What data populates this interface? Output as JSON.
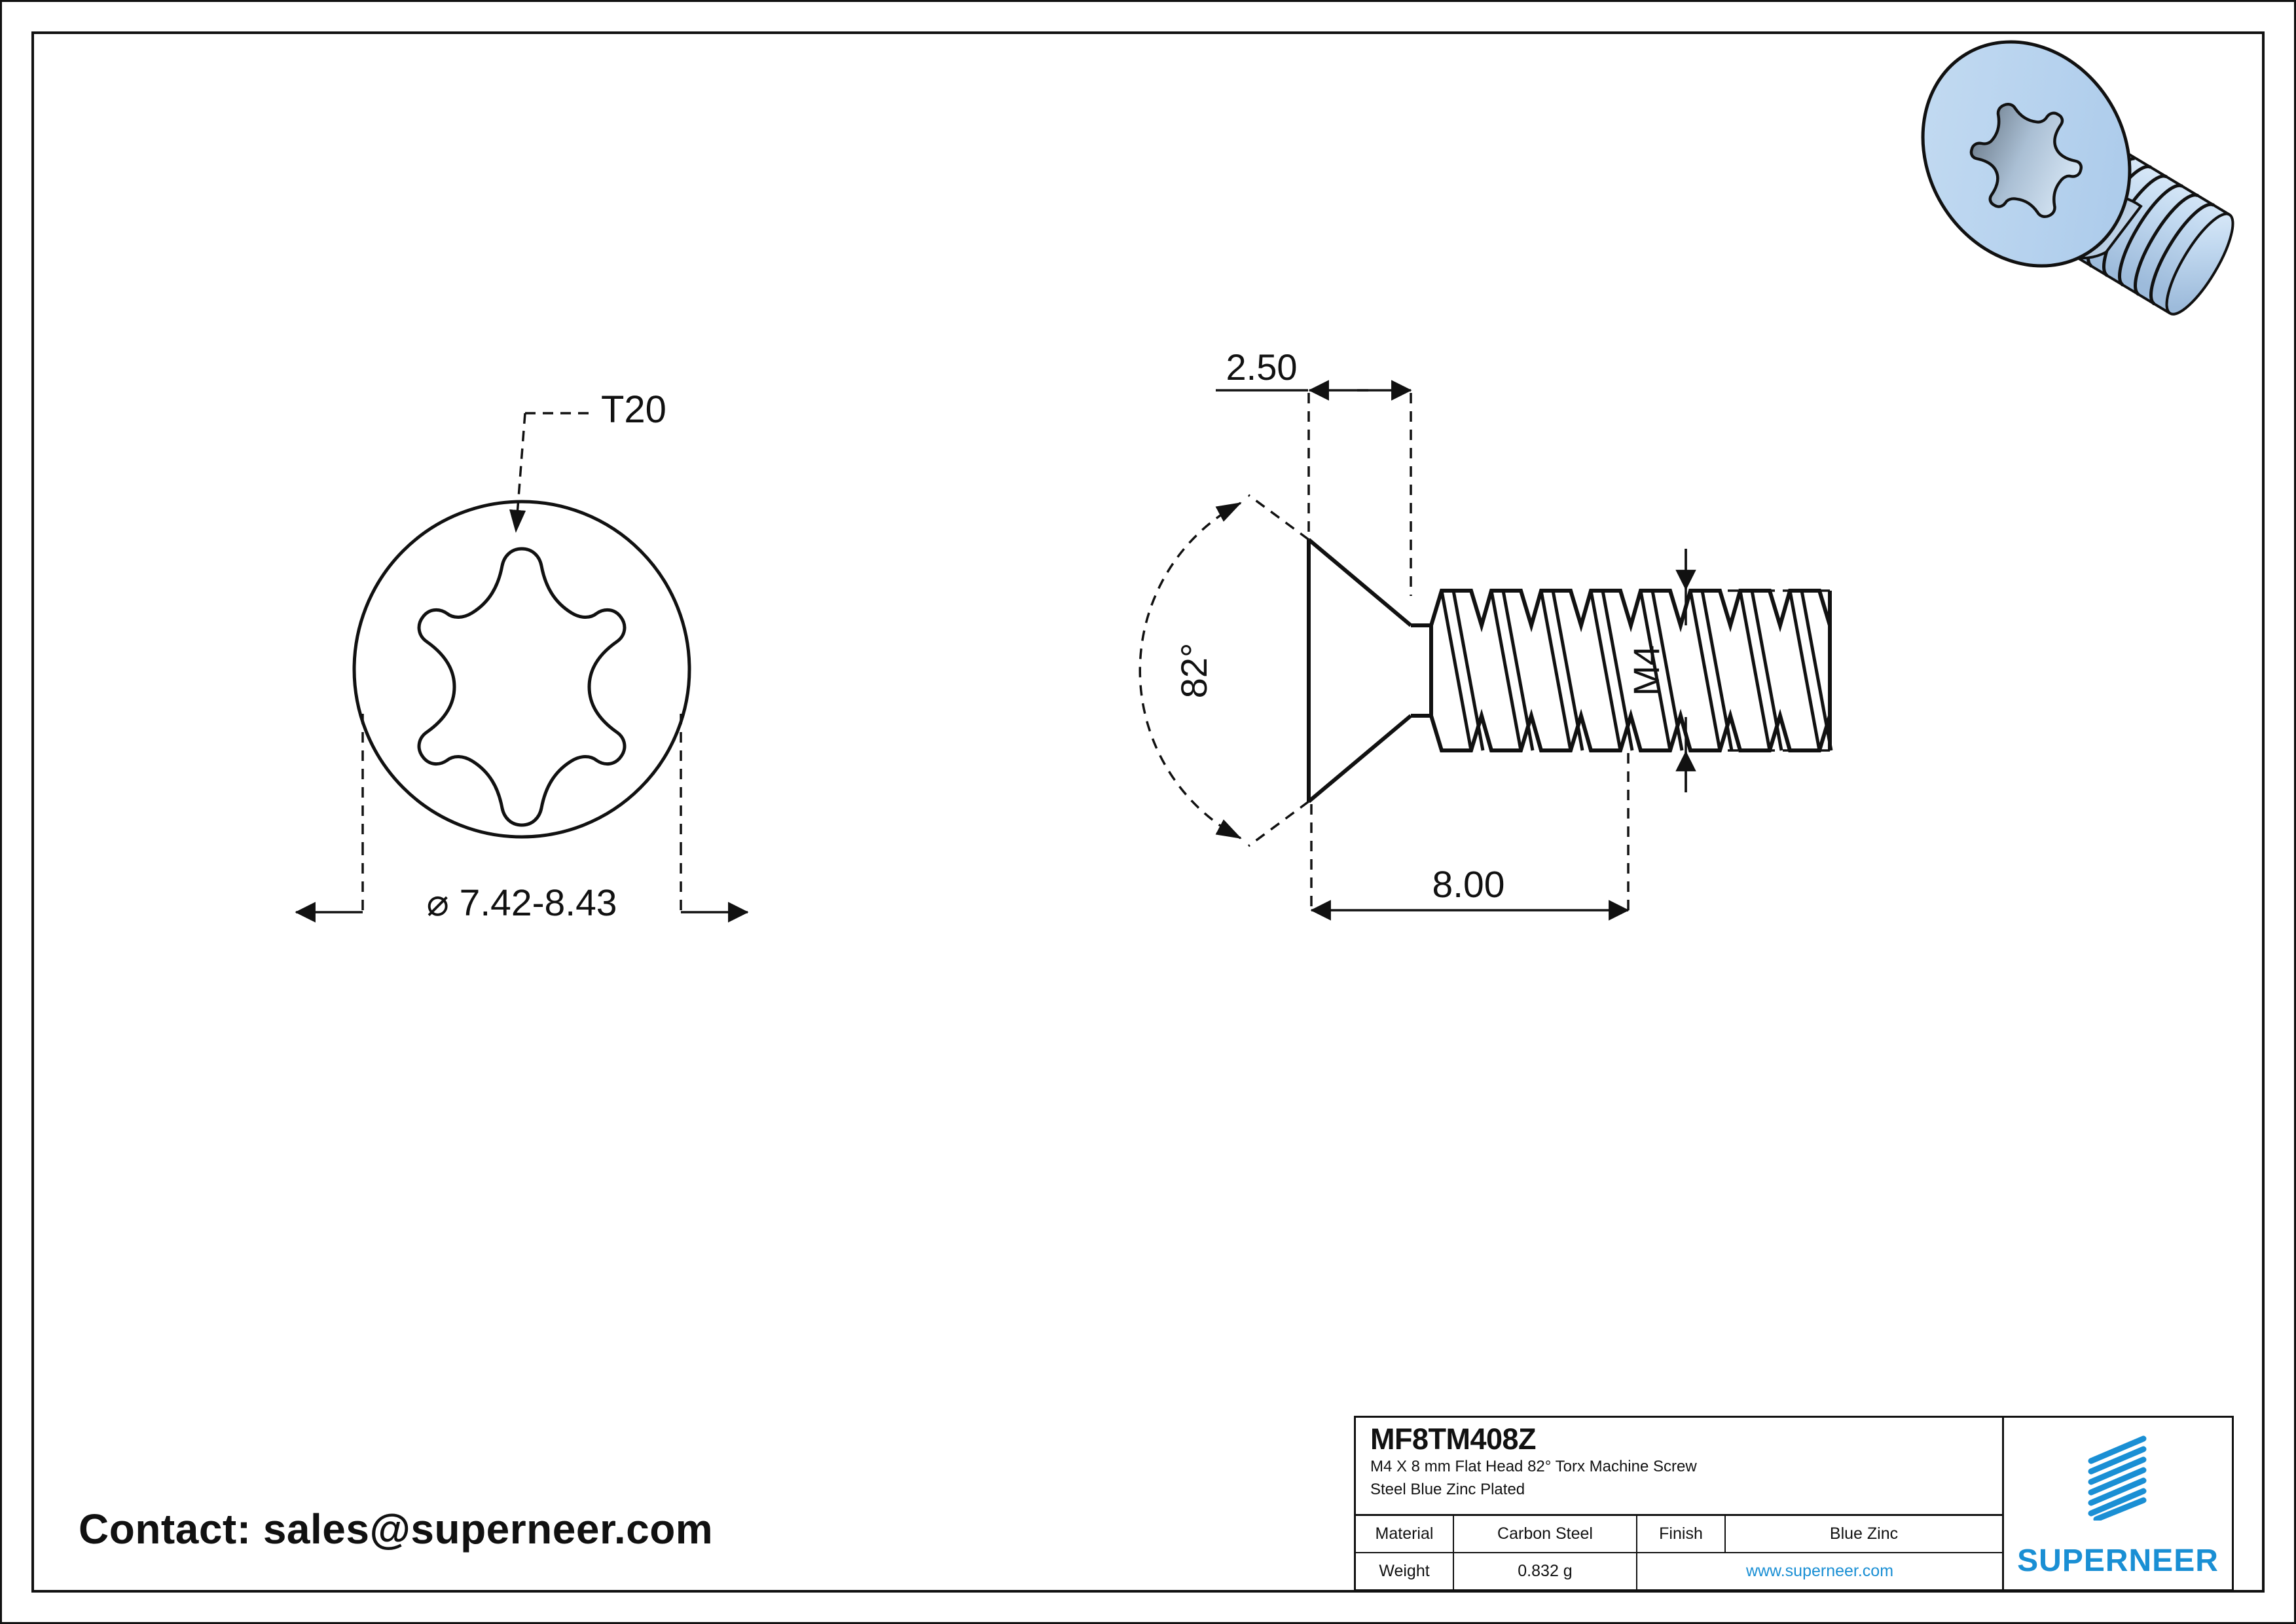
{
  "document": {
    "type": "engineering-drawing",
    "background_color": "#ffffff",
    "line_color": "#111111",
    "accent_color": "#1a8fd4",
    "render_fill_color": "#b9d3ef"
  },
  "views": {
    "top_view": {
      "name": "Torx drive head top view",
      "drive_callout": "T20",
      "diameter_dimension": "⌀ 7.42-8.43"
    },
    "side_view": {
      "name": "Flat head side section view",
      "head_height_dimension": "2.50",
      "countersink_angle_dimension": "82°",
      "thread_size_dimension": "M4",
      "length_dimension": "8.00"
    },
    "iso_view": {
      "name": "3D isometric render of flat head Torx machine screw"
    }
  },
  "contact": {
    "text": "Contact: sales@superneer.com"
  },
  "title_block": {
    "part_number": "MF8TM408Z",
    "description_line1": "M4 X 8 mm  Flat Head 82° Torx Machine Screw",
    "description_line2": "Steel Blue Zinc Plated",
    "material_label": "Material",
    "material_value": "Carbon Steel",
    "finish_label": "Finish",
    "finish_value": "Blue Zinc",
    "weight_label": "Weight",
    "weight_value": "0.832 g",
    "website": "www.superneer.com",
    "brand_name": "SUPERNEER"
  }
}
